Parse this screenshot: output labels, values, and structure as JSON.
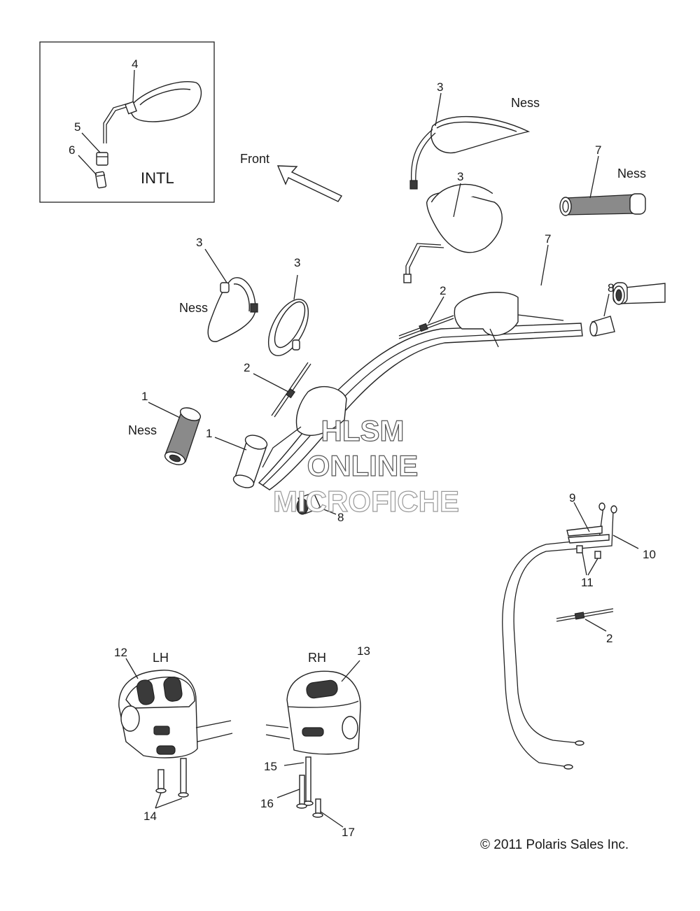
{
  "inset": {
    "label": "INTL",
    "callouts": [
      "4",
      "5",
      "6"
    ]
  },
  "direction": {
    "label": "Front"
  },
  "variant_label": "Ness",
  "callouts": {
    "mirror_ness_right": "3",
    "mirror_std_right": "3",
    "mirror_ness_left": "3",
    "mirror_std_left": "3",
    "grip_ness_right": "7",
    "grip_std_right": "7",
    "end_weight_right": "8",
    "end_weight_left": "8",
    "cable_tie_upper": "2",
    "cable_tie_mid": "2",
    "cable_tie_lower": "2",
    "grip_ness_left": "1",
    "grip_std_left": "1",
    "throttle_cable_a": "9",
    "throttle_cable_b": "10",
    "cable_clip": "11",
    "switch_lh": "12",
    "switch_rh": "13",
    "screws_lh": "14",
    "screw_15": "15",
    "screw_16": "16",
    "screw_17": "17"
  },
  "side_labels": {
    "left": "LH",
    "right": "RH"
  },
  "watermark": {
    "line1": "HLSM",
    "line2": "ONLINE",
    "line3": "MICROFICHE"
  },
  "copyright": "© 2011 Polaris Sales Inc."
}
